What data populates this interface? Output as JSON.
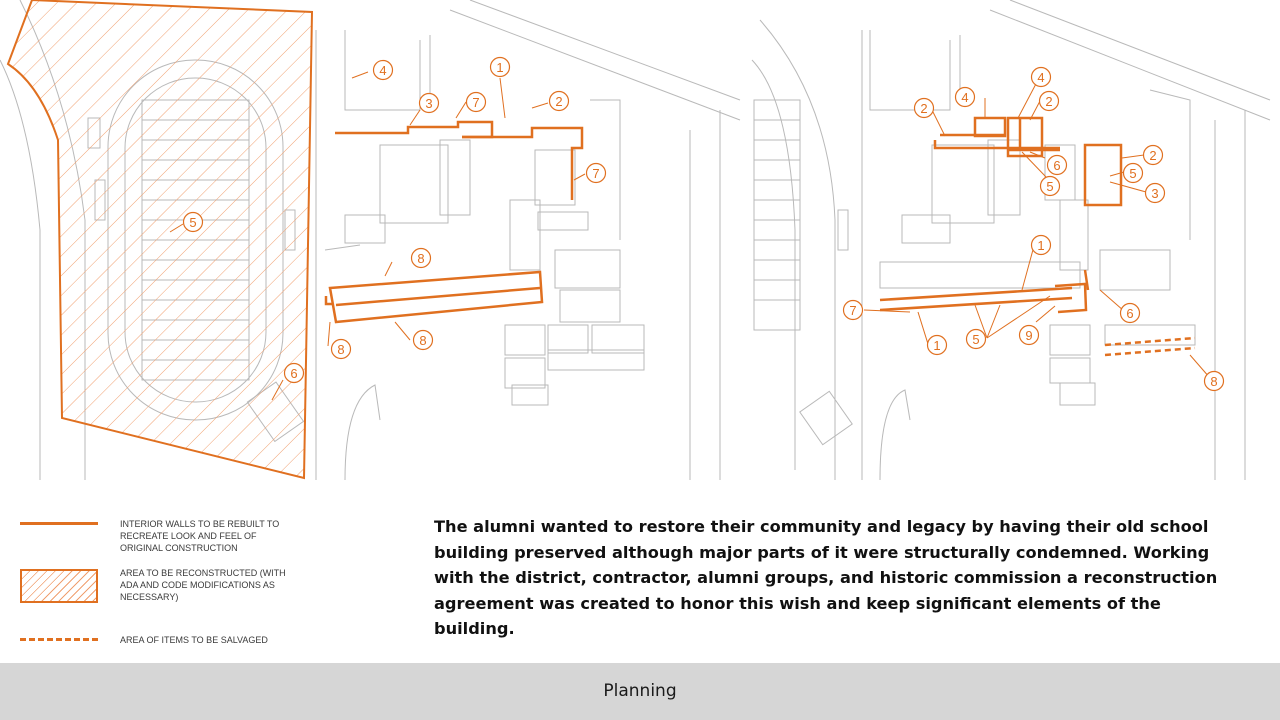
{
  "colors": {
    "accent": "#e07020",
    "hatch": "#f0a070",
    "linework": "#b9b9b9",
    "footer_bg": "#d6d6d6",
    "text": "#111111"
  },
  "plans": {
    "left": {
      "callouts": [
        "1",
        "2",
        "3",
        "4",
        "5",
        "6",
        "7",
        "7",
        "8",
        "8",
        "8"
      ]
    },
    "right": {
      "callouts": [
        "1",
        "1",
        "2",
        "2",
        "2",
        "3",
        "4",
        "4",
        "5",
        "5",
        "5",
        "6",
        "6",
        "7",
        "8",
        "9"
      ]
    }
  },
  "legend": {
    "items": [
      {
        "style": "solid",
        "text": "INTERIOR WALLS TO BE REBUILT TO RECREATE LOOK AND FEEL OF ORIGINAL CONSTRUCTION"
      },
      {
        "style": "hatch",
        "text": "AREA TO BE RECONSTRUCTED (WITH ADA AND CODE MODIFICATIONS AS NECESSARY)"
      },
      {
        "style": "dashed",
        "text": "AREA OF ITEMS TO BE SALVAGED"
      }
    ]
  },
  "statement": "The alumni wanted to restore their community and legacy by having their old school building preserved although major parts of it were structurally condemned. Working with the district, contractor, alumni groups, and historic commission a reconstruction agreement was created to honor this wish and keep significant elements of the building.",
  "footer": {
    "label": "Planning"
  }
}
